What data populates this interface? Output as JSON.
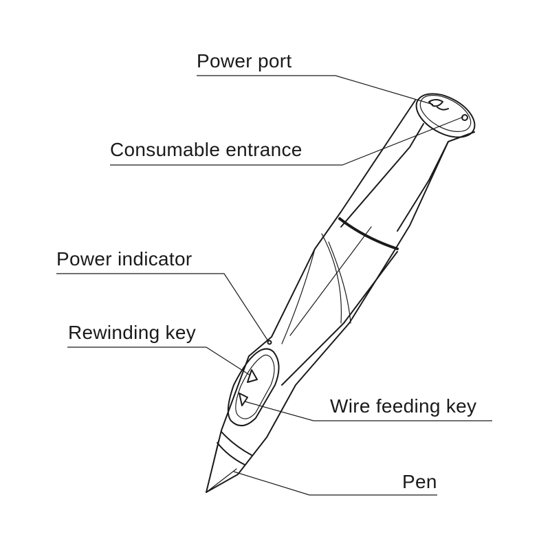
{
  "labels": {
    "power_port": "Power port",
    "consumable_entrance": "Consumable entrance",
    "power_indicator": "Power indicator",
    "rewinding_key": "Rewinding key",
    "wire_feeding_key": "Wire feeding key",
    "pen": "Pen"
  },
  "colors": {
    "ink": "#1a1a1a",
    "background": "#ffffff"
  }
}
